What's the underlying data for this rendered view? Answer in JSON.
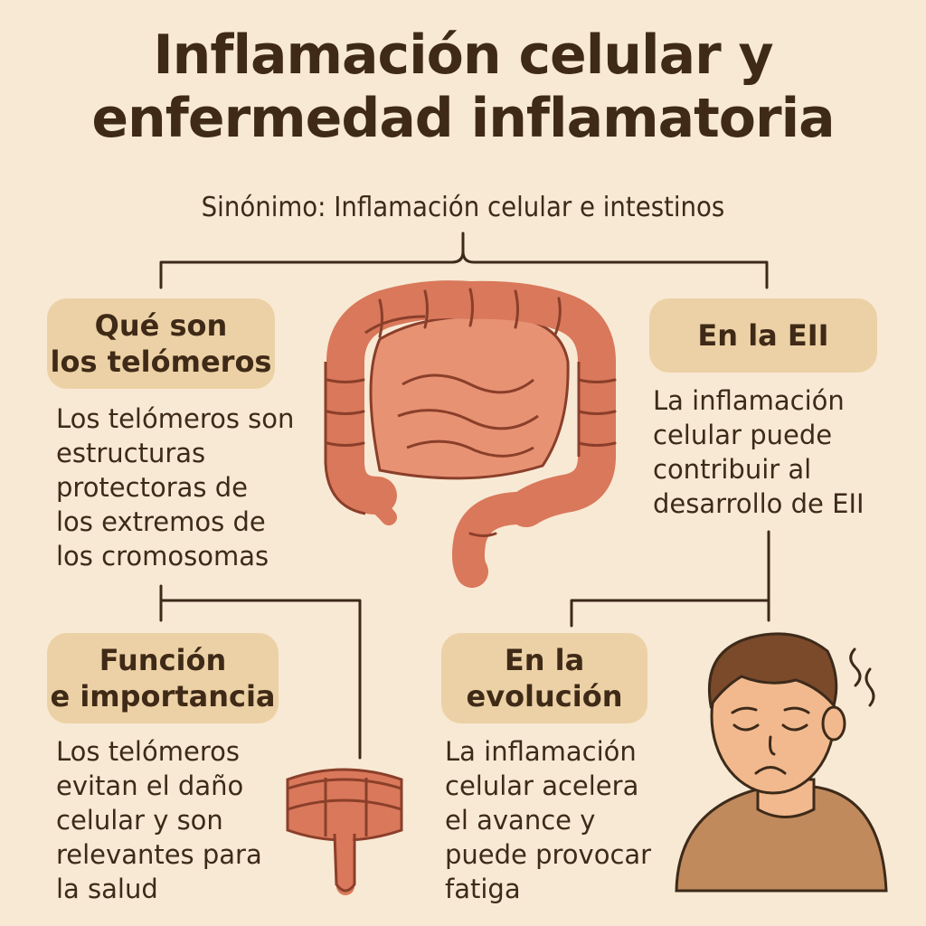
{
  "title": {
    "line1": "Inflamación celular y",
    "line2": "enfermedad inflamatoria"
  },
  "subtitle": "Sinónimo: Inflamación celular e intestinos",
  "telomeros": {
    "heading": [
      "Qué son",
      "los telómeros"
    ],
    "text": [
      "Los telómeros son",
      "estructuras",
      "protectoras de",
      "los extremos de",
      "los cromosomas"
    ]
  },
  "eii": {
    "heading": [
      "En la EII"
    ],
    "text": [
      "La inflamación",
      "celular puede",
      "contribuir al",
      "desarrollo de EII"
    ]
  },
  "funcion": {
    "heading": [
      "Función",
      "e importancia"
    ],
    "text": [
      "Los telómeros",
      "evitan el daño",
      "celular y son",
      "relevantes para",
      "la salud"
    ]
  },
  "evolucion": {
    "heading": [
      "En la",
      "evolución"
    ],
    "text": [
      "La inflamación",
      "celular acelera",
      "el avance y",
      "puede provocar",
      "fatiga"
    ]
  },
  "icons": [
    "large-intestine-icon",
    "small-intestine-segment-icon",
    "fatigued-person-icon"
  ],
  "colors": {
    "background": "#f8e9d4",
    "pill": "#ecd1a6",
    "text": "#3d2a1a",
    "intestine": "#d9785b",
    "intestine_outline": "#8a3f2a",
    "skin": "#f2b98e",
    "hair": "#7a4a2a",
    "shirt": "#c08a5d"
  }
}
